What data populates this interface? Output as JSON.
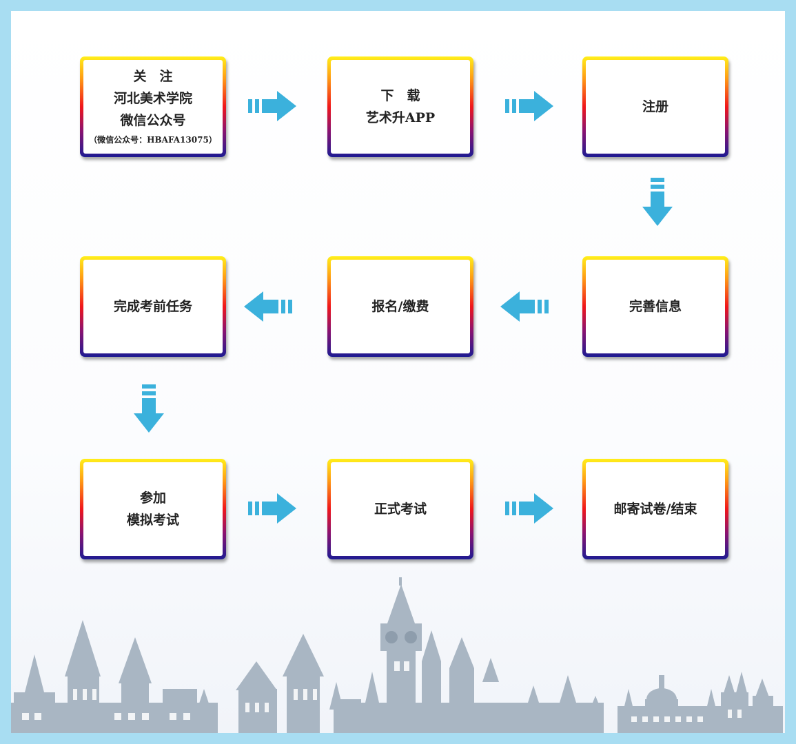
{
  "steps": [
    {
      "id": "follow",
      "lines": [
        "关　注",
        "河北美术学院",
        "微信公众号"
      ],
      "note": "（微信公众号：HBAFA13075）"
    },
    {
      "id": "download",
      "lines": [
        "下　载",
        "艺术升APP"
      ]
    },
    {
      "id": "register",
      "lines": [
        "注册"
      ]
    },
    {
      "id": "complete-info",
      "lines": [
        "完善信息"
      ]
    },
    {
      "id": "enroll-pay",
      "lines": [
        "报名/缴费"
      ]
    },
    {
      "id": "pre-exam-tasks",
      "lines": [
        "完成考前任务"
      ]
    },
    {
      "id": "mock-exam",
      "lines": [
        "参加",
        "模拟考试"
      ]
    },
    {
      "id": "formal-exam",
      "lines": [
        "正式考试"
      ]
    },
    {
      "id": "mail-papers",
      "lines": [
        "邮寄试卷/结束"
      ]
    }
  ],
  "colors": {
    "border": "#a8ddf2",
    "arrow": "#3bb1dc",
    "box_gradient": [
      "#ffef1a",
      "#ff9a14",
      "#f0161b",
      "#8a1270",
      "#1e1b92"
    ],
    "skyline": "#a9b6c3"
  }
}
